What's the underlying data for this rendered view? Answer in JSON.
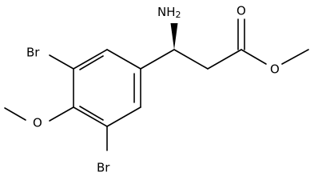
{
  "molecule": {
    "atoms": {
      "br_top": "Br",
      "br_bottom": "Br",
      "oxygen_methoxy": "O",
      "nitrogen": "NH",
      "nitrogen_subscript": "2",
      "oxygen_carbonyl": "O",
      "oxygen_ester": "O"
    }
  }
}
